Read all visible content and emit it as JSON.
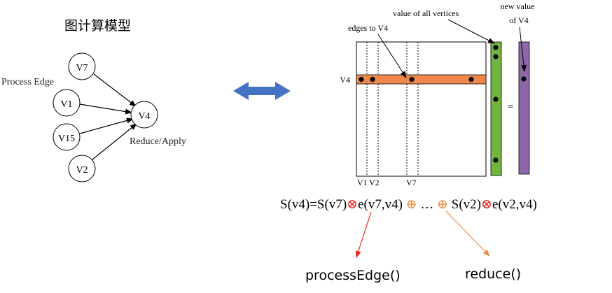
{
  "left_graph": {
    "title": "图计算模型",
    "process_label": "Process Edge",
    "reduce_label": "Reduce/Apply",
    "target_node": "V4",
    "source_nodes": [
      "V7",
      "V1",
      "V15",
      "V2"
    ]
  },
  "matrix": {
    "row_label": "V4",
    "col_labels": [
      "V1",
      "V2",
      "V7"
    ],
    "annotation_edges": "edges to V4",
    "annotation_all_vertices": "value of all vertices",
    "annotation_new_value_line1": "new value",
    "annotation_new_value_line2": "of V4",
    "equals": "="
  },
  "formula": {
    "p1": "S(v4)=S(v7)",
    "op1": "⊗",
    "p2": "e(v7,v4) ",
    "op2": "⊕",
    "p3": " … ",
    "op3": "⊕",
    "p4": " S(v2)",
    "op4": "⊗",
    "p5": "e(v2,v4)"
  },
  "calls": {
    "process_edge": "processEdge()",
    "reduce": "reduce()"
  },
  "colors": {
    "orange_row": "#F0884B",
    "green_vec": "#70B63E",
    "purple_vec": "#8E67AB",
    "double_arrow": "#4472C4",
    "red_arrow": "#E8241B",
    "orange_arrow": "#EE8E4A"
  }
}
